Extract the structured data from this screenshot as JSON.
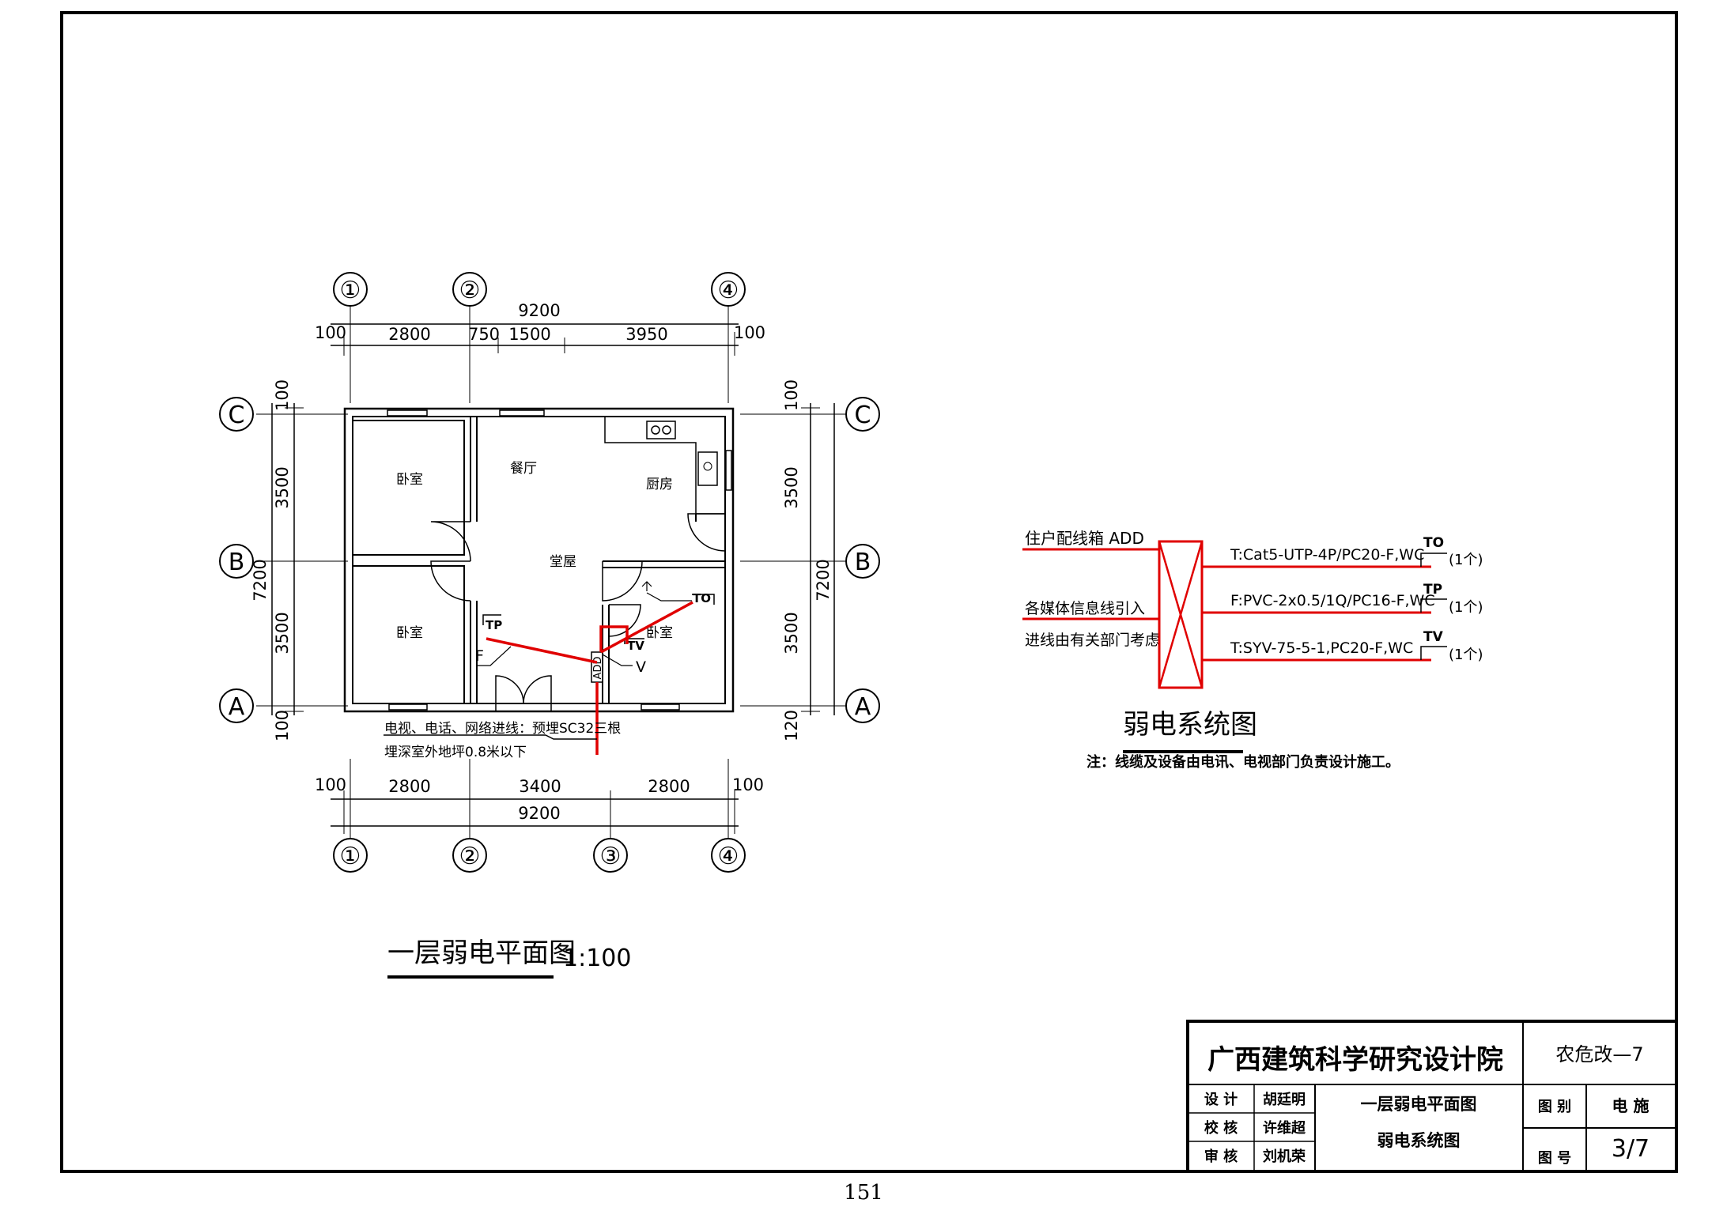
{
  "floor_plan": {
    "axes_top": [
      "①",
      "②",
      "④"
    ],
    "axes_bottom": [
      "①",
      "②",
      "③",
      "④"
    ],
    "axes_left": [
      "C",
      "B",
      "A"
    ],
    "axes_right": [
      "C",
      "B",
      "A"
    ],
    "dims_top_total": "9200",
    "dims_top": [
      "100",
      "2800",
      "750",
      "1500",
      "3950",
      "100"
    ],
    "dims_bottom": [
      "100",
      "2800",
      "3400",
      "2800",
      "100"
    ],
    "dims_bottom_total": "9200",
    "dims_left": [
      "100",
      "3500",
      "3500",
      "100"
    ],
    "dims_left_total": "7200",
    "dims_right": [
      "100",
      "3500",
      "3500",
      "120"
    ],
    "dims_right_total": "7200",
    "rooms": {
      "bedroom_top_left": "卧室",
      "dining": "餐厅",
      "kitchen": "厨房",
      "hall": "堂屋",
      "bedroom_bottom_left": "卧室",
      "bedroom_bottom_right": "卧室"
    },
    "devices": {
      "tp": "TP",
      "to": "TO",
      "tv": "TV",
      "add": "ADD",
      "f": "F",
      "v": "V"
    },
    "entry_note_line1": "电视、电话、网络进线：预埋SC32三根",
    "entry_note_line2": "埋深室外地坪0.8米以下",
    "title": "一层弱电平面图",
    "scale": "1:100"
  },
  "system_diagram": {
    "label_add": "住户配线箱 ADD",
    "label_media_in": "各媒体信息线引入",
    "label_media_note": "进线由有关部门考虑",
    "lines": [
      {
        "cable": "T:Cat5-UTP-4P/PC20-F,WC",
        "device": "TO",
        "count": "(1个)"
      },
      {
        "cable": "F:PVC-2x0.5/1Q/PC16-F,WC",
        "device": "TP",
        "count": "(1个)"
      },
      {
        "cable": "T:SYV-75-5-1,PC20-F,WC",
        "device": "TV",
        "count": "(1个)"
      }
    ],
    "title": "弱电系统图",
    "note": "注：线缆及设备由电讯、电视部门负责设计施工。"
  },
  "title_block": {
    "institute": "广西建筑科学研究设计院",
    "project_code": "农危改—7",
    "role_design": "设 计",
    "name_design": "胡廷明",
    "role_check": "校 核",
    "name_check": "许维超",
    "role_review": "审 核",
    "name_review": "刘机荣",
    "drawing_name_1": "一层弱电平面图",
    "drawing_name_2": "弱电系统图",
    "category_label": "图 别",
    "category_value": "电 施",
    "number_label": "图 号",
    "number_value": "3/7"
  },
  "page_number": "151",
  "colors": {
    "wiring": "#e00000",
    "lines": "#000000"
  }
}
